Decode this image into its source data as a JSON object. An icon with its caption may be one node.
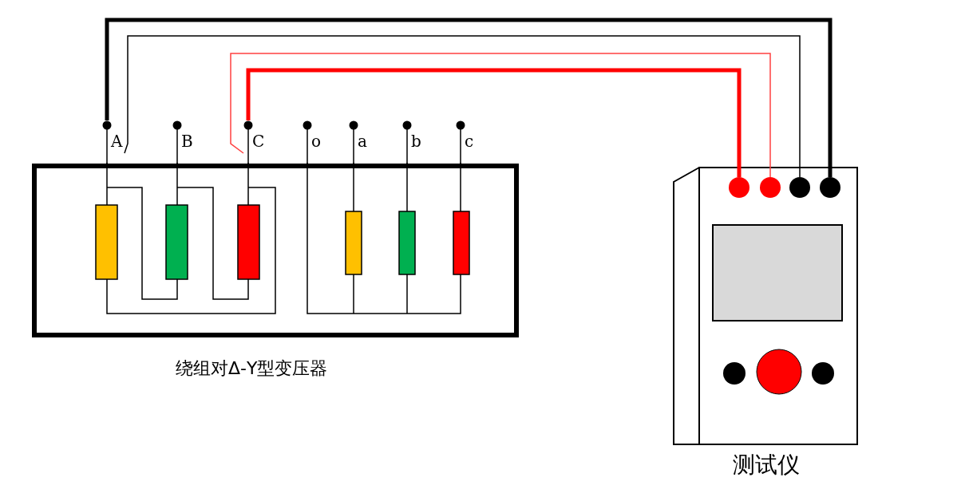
{
  "diagram": {
    "nodes": [
      {
        "text": [],
        "shape": "box",
        "beside": [
          "绕组对Δ-Y型变压器"
        ]
      },
      {
        "text": [
          "A"
        ]
      },
      {
        "text": [
          "B"
        ]
      },
      {
        "text": [
          "C"
        ]
      },
      {
        "text": [
          "o"
        ]
      },
      {
        "text": [
          "a"
        ]
      },
      {
        "text": [
          "b"
        ]
      },
      {
        "text": [
          "c"
        ]
      },
      {
        "text": [],
        "shape": "box",
        "beside": [
          "测试仪"
        ]
      },
      {
        "text": [],
        "shape": "circle",
        "in": 8
      },
      {
        "text": [],
        "shape": "circle",
        "in": 8
      },
      {
        "text": [],
        "shape": "circle",
        "in": 8
      },
      {
        "text": [],
        "shape": "circle",
        "in": 8
      }
    ],
    "edges": [
      {
        "from": 1,
        "to": 12,
        "arrow": "none",
        "style": "thick"
      },
      {
        "from": 1,
        "to": 11,
        "arrow": "none"
      },
      {
        "from": 3,
        "to": 9,
        "arrow": "none",
        "style": "thick",
        "color": "#ff0000"
      },
      {
        "from": 3,
        "to": 10,
        "arrow": "none",
        "color": "#ff4040"
      }
    ]
  }
}
